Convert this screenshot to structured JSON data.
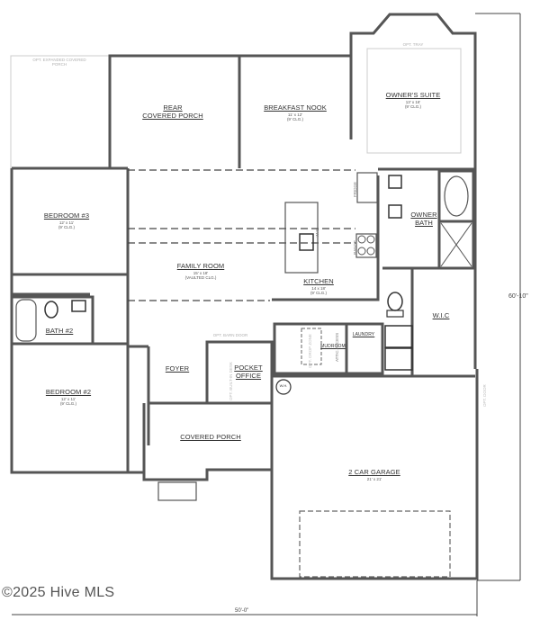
{
  "plan": {
    "rooms": [
      {
        "name": "REAR\nCOVERED PORCH",
        "line1": "REAR",
        "line2": "COVERED PORCH"
      },
      {
        "name": "BREAKFAST NOOK",
        "size": "11' x 12'",
        "ceiling": "(9' CLG.)"
      },
      {
        "name": "OWNER'S SUITE",
        "size": "13' x 16'",
        "ceiling": "(9' CLG.)"
      },
      {
        "name": "BEDROOM #3",
        "size": "12' x 11'",
        "ceiling": "(9' CLG.)"
      },
      {
        "name": "FAMILY ROOM",
        "size": "15' x 18'",
        "ceiling": "(VAULTED CLG.)"
      },
      {
        "name": "KITCHEN",
        "size": "14 x 18'",
        "ceiling": "(9' CLG.)"
      },
      {
        "name": "OWNER",
        "line2": "BATH"
      },
      {
        "name": "BATH #2"
      },
      {
        "name": "W.I.C"
      },
      {
        "name": "LAUNDRY"
      },
      {
        "name": "MUDROOM"
      },
      {
        "name": "FOYER"
      },
      {
        "name": "POCKET",
        "line2": "OFFICE"
      },
      {
        "name": "BEDROOM #2",
        "size": "12' x 11'",
        "ceiling": "(9' CLG.)"
      },
      {
        "name": "COVERED PORCH"
      },
      {
        "name": "2 CAR GARAGE",
        "size": "21' x 21'"
      }
    ],
    "options": {
      "expanded_porch": "OPT. EXPANDED COVERED",
      "expanded_porch2": "PORCH",
      "tray": "OPT. TRAY",
      "barn_door": "OPT. BARN DOOR",
      "built_in_desk": "OPT. BUILT-IN DESK",
      "drop_zone": "OPT. DROP ZONE",
      "attic_access": "ATTIC ACCESS",
      "garage_door": "OPT. DOOR"
    },
    "fixtures": {
      "fridge": "FRIDGE",
      "dw": "D.W.",
      "range": "RANGE",
      "water_heater": "W.H."
    },
    "dimensions": {
      "depth": "60'-10\"",
      "width": "50'-0\""
    }
  },
  "watermark": "©2025 Hive MLS"
}
